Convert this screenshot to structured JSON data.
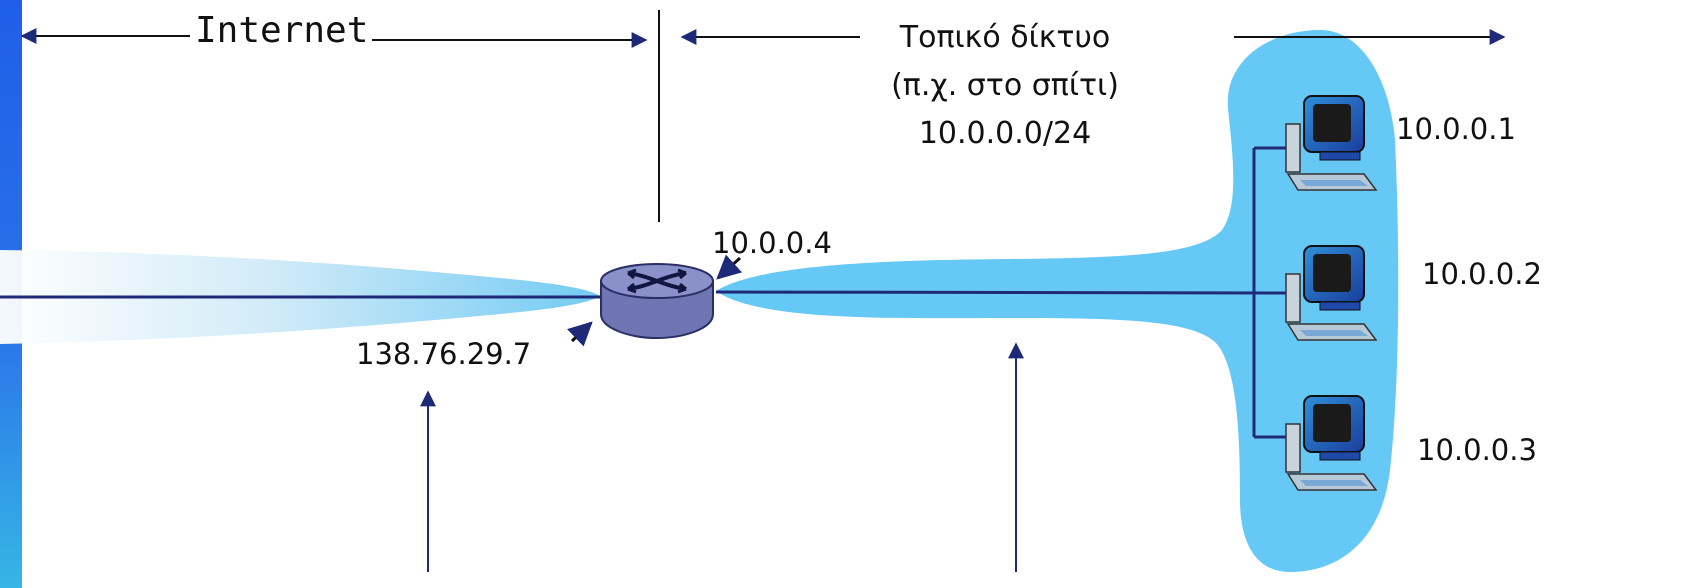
{
  "labels": {
    "internet": "Internet",
    "local_net_line1": "Τοπικό δίκτυο",
    "local_net_line2": "(π.χ. στο σπίτι)",
    "local_net_line3": "10.0.0.0/24",
    "router_wan_ip": "138.76.29.7",
    "router_lan_ip": "10.0.0.4",
    "host1_ip": "10.0.0.1",
    "host2_ip": "10.0.0.2",
    "host3_ip": "10.0.0.3"
  },
  "icons": {
    "router": "router-icon",
    "host": "desktop-computer-icon"
  },
  "colors": {
    "lan_cloud": "#66c8f5",
    "router_body": "#6f75b3",
    "router_top": "#8a90c9",
    "left_band_top": "#1f5fe8",
    "left_band_bottom": "#36b6e6"
  }
}
